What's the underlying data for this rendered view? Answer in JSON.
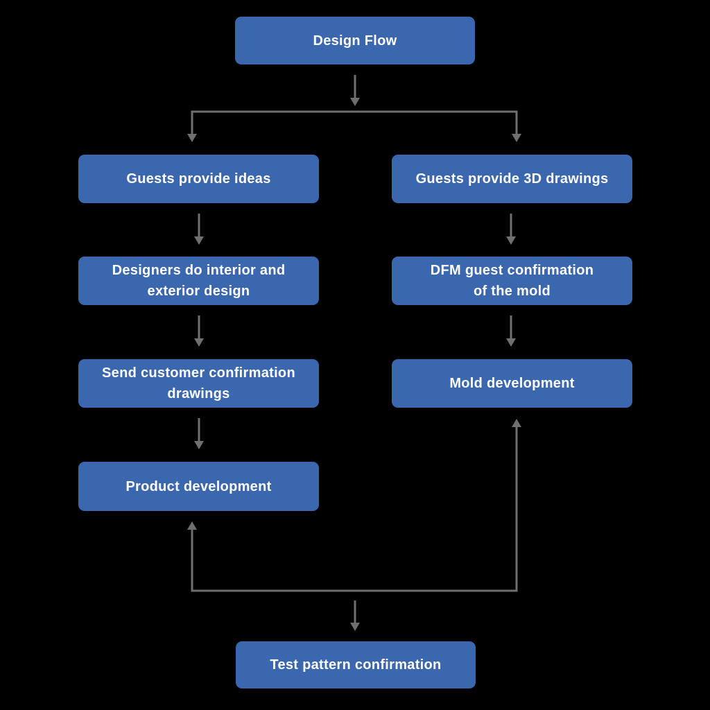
{
  "diagram": {
    "type": "flowchart",
    "title": "Design Flow",
    "colors": {
      "node_fill": "#3a67ae",
      "node_text": "#ffffff",
      "arrow": "#6f6f6f",
      "background": "#000000"
    },
    "nodes": {
      "design_flow": {
        "label": "Design Flow"
      },
      "guests_ideas": {
        "label": "Guests provide ideas"
      },
      "guests_3d": {
        "label": "Guests provide 3D drawings"
      },
      "designers": {
        "label": "Designers do interior and\nexterior design"
      },
      "dfm": {
        "label": "DFM guest confirmation\nof the mold"
      },
      "send_customer": {
        "label": "Send customer confirmation\ndrawings"
      },
      "mold_dev": {
        "label": "Mold development"
      },
      "product_dev": {
        "label": "Product development"
      },
      "test_pattern": {
        "label": "Test pattern confirmation"
      }
    },
    "edges": [
      {
        "from": "design_flow",
        "to": "guests_ideas"
      },
      {
        "from": "design_flow",
        "to": "guests_3d"
      },
      {
        "from": "guests_ideas",
        "to": "designers"
      },
      {
        "from": "designers",
        "to": "send_customer"
      },
      {
        "from": "send_customer",
        "to": "product_dev"
      },
      {
        "from": "guests_3d",
        "to": "dfm"
      },
      {
        "from": "dfm",
        "to": "mold_dev"
      },
      {
        "from": "test_pattern",
        "to": "product_dev"
      },
      {
        "from": "test_pattern",
        "to": "mold_dev"
      }
    ]
  }
}
